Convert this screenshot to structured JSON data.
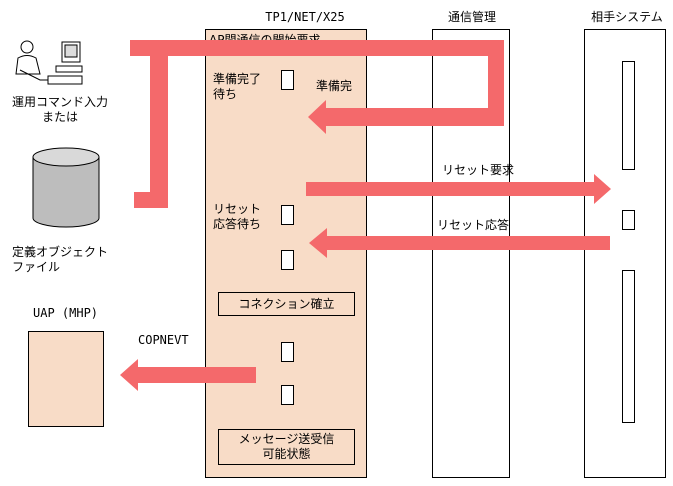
{
  "columns": {
    "tp1": "TP1/NET/X25",
    "comm": "通信管理",
    "remote": "相手システム"
  },
  "labels": {
    "op_command": "運用コマンド入力\nまたは",
    "def_object": "定義オブジェクト\nファイル",
    "uap": "UAP (MHP)",
    "ap_start": "AP間通信の開始要求",
    "ready_wait": "準備完了\n待ち",
    "ready_done": "準備完",
    "reset_wait": "リセット\n応答待ち",
    "reset_request": "リセット要求",
    "reset_response": "リセット応答",
    "connection_established": "コネクション確立",
    "copnevt": "COPNEVT",
    "message_ready": "メッセージ送受信\n可能状態"
  },
  "colors": {
    "arrow": "#f4696b",
    "tp1_fill": "#f8dcc7",
    "uap_fill": "#f8dcc7"
  }
}
